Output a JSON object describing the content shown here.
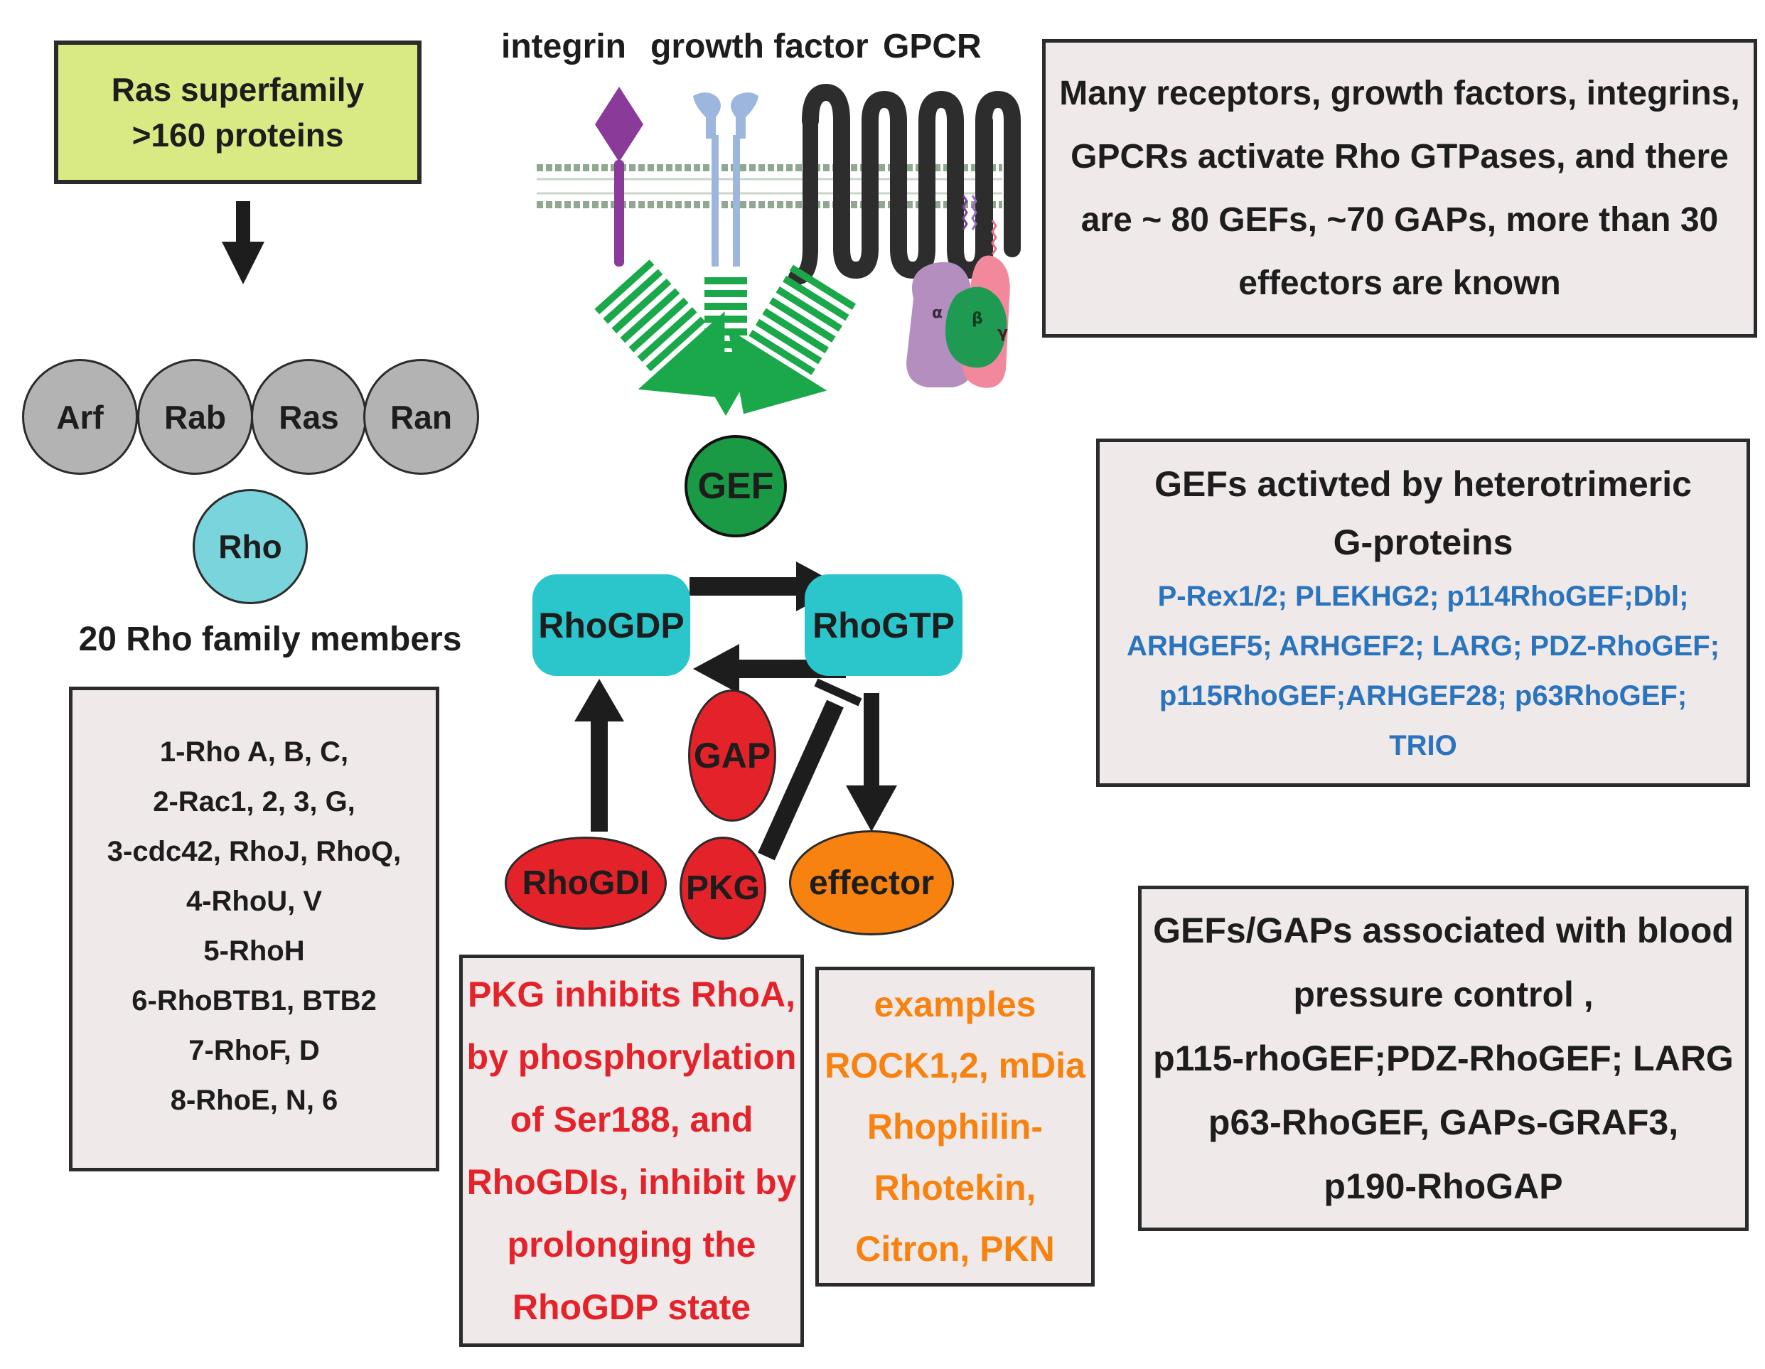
{
  "ras_box": {
    "lines": [
      "Ras superfamily",
      ">160 proteins"
    ]
  },
  "families": {
    "arf": "Arf",
    "rab": "Rab",
    "ras": "Ras",
    "ran": "Ran",
    "rho": "Rho"
  },
  "rho_family_heading": "20 Rho family members",
  "rho_members": [
    "1-Rho A, B, C,",
    "2-Rac1, 2, 3, G,",
    "3-cdc42, RhoJ, RhoQ,",
    "4-RhoU, V",
    "5-RhoH",
    "6-RhoBTB1, BTB2",
    "7-RhoF, D",
    "8-RhoE, N, 6"
  ],
  "receptor_labels": {
    "integrin": "integrin",
    "growth_factor": "growth factor",
    "gpcr": "GPCR"
  },
  "g_protein_subunits": {
    "alpha": "α",
    "beta": "β",
    "gamma": "γ"
  },
  "nodes": {
    "gef": "GEF",
    "rhogdp": "RhoGDP",
    "rhogtp": "RhoGTP",
    "gap": "GAP",
    "rhogdi": "RhoGDI",
    "pkg": "PKG",
    "effector": "effector"
  },
  "info_box_receptors": {
    "lines": [
      "Many receptors, growth factors, integrins,",
      "GPCRs activate Rho GTPases, and there",
      "are ~ 80 GEFs, ~70 GAPs, more than 30",
      "effectors are known"
    ]
  },
  "info_box_heterotrimeric": {
    "title_lines": [
      "GEFs activted by heterotrimeric",
      "G-proteins"
    ],
    "gef_lines": [
      "P-Rex1/2; PLEKHG2; p114RhoGEF;Dbl;",
      "ARHGEF5; ARHGEF2; LARG; PDZ-RhoGEF;",
      "p115RhoGEF;ARHGEF28; p63RhoGEF;",
      "TRIO"
    ]
  },
  "info_box_blood_pressure": {
    "lines": [
      "GEFs/GAPs associated with blood",
      "pressure control ,",
      "p115-rhoGEF;PDZ-RhoGEF; LARG",
      "p63-RhoGEF, GAPs-GRAF3,",
      "p190-RhoGAP"
    ]
  },
  "pkg_box": {
    "lines": [
      "PKG inhibits RhoA,",
      "by phosphorylation",
      "of Ser188, and",
      "RhoGDIs, inhibit by",
      "prolonging the",
      "RhoGDP state"
    ]
  },
  "examples_box": {
    "lines": [
      "examples",
      "ROCK1,2, mDia",
      "Rhophilin-",
      "Rhotekin,",
      "Citron, PKN"
    ]
  },
  "colors": {
    "ras_box_fill": "#d9ea84",
    "family_gray": "#b3b3b3",
    "rho_cyan": "#79d4dc",
    "node_cyan": "#2bc6cc",
    "gef_green": "#1a9a45",
    "green_arrow": "#1aa84a",
    "red": "#e4222a",
    "orange": "#f7820f",
    "blue_text": "#2a73bd",
    "red_text": "#e4222a",
    "orange_text": "#f7820f",
    "box_fill": "#efe9e9"
  }
}
